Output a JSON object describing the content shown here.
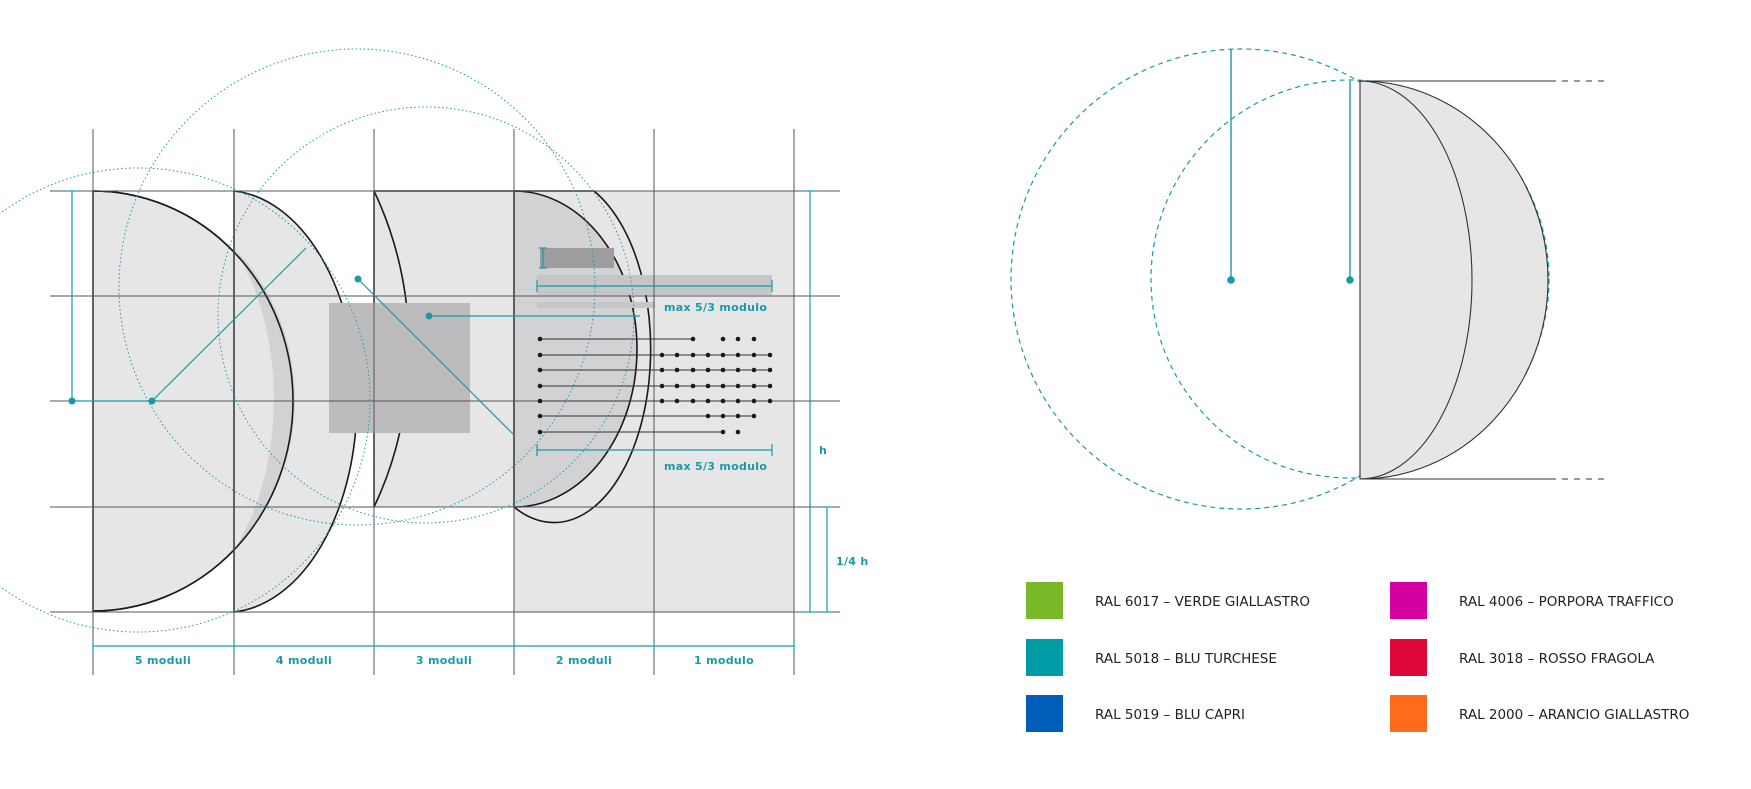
{
  "colors": {
    "accent": "#1a9aa8",
    "shape_fill": "#e6e6e7",
    "shape_fill_dark": "#d2d2d4",
    "block_gray": "#bcbcbe",
    "dark_block": "#9d9d9f",
    "grid_line": "#555555"
  },
  "dimensions": {
    "modules": [
      "5 moduli",
      "4 moduli",
      "3 moduli",
      "2 moduli",
      "1 modulo"
    ],
    "max_top": "max 5/3 modulo",
    "max_bottom": "max 5/3 modulo",
    "height": "h",
    "quarter_height": "1/4 h"
  },
  "legend": [
    {
      "swatch": "#79b829",
      "label": "RAL 6017 – VERDE GIALLASTRO",
      "swatch_name": "swatch-green"
    },
    {
      "swatch": "#009ca6",
      "label": "RAL 5018 – BLU TURCHESE",
      "swatch_name": "swatch-turquoise"
    },
    {
      "swatch": "#005eb8",
      "label": "RAL 5019 – BLU CAPRI",
      "swatch_name": "swatch-blue"
    },
    {
      "swatch": "#d4009f",
      "label": "RAL 4006 – PORPORA TRAFFICO",
      "swatch_name": "swatch-purple"
    },
    {
      "swatch": "#e0073a",
      "label": "RAL 3018 – ROSSO FRAGOLA",
      "swatch_name": "swatch-red"
    },
    {
      "swatch": "#ff6b1a",
      "label": "RAL 2000 – ARANCIO GIALLASTRO",
      "swatch_name": "swatch-orange"
    }
  ]
}
